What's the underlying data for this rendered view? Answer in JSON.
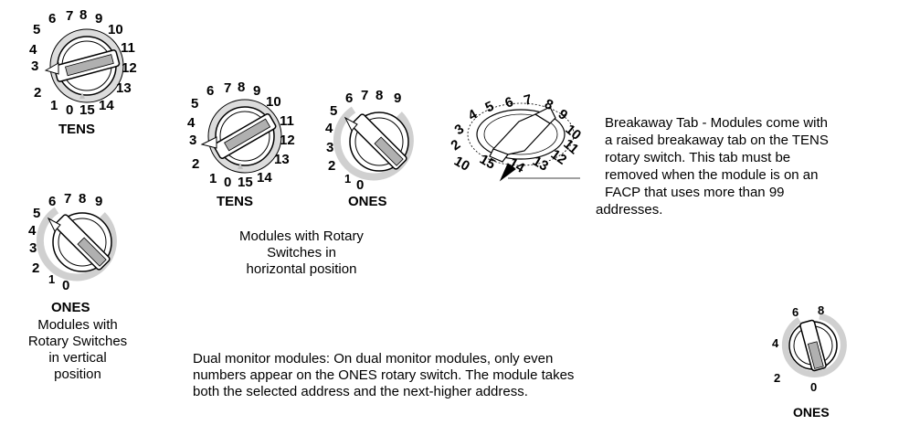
{
  "dials": {
    "tens_vertical": {
      "label": "TENS",
      "numbers": [
        "0",
        "1",
        "2",
        "3",
        "4",
        "5",
        "6",
        "7",
        "8",
        "9",
        "10",
        "11",
        "12",
        "13",
        "14",
        "15"
      ]
    },
    "ones_vertical": {
      "label": "ONES",
      "numbers": [
        "0",
        "1",
        "2",
        "3",
        "4",
        "5",
        "6",
        "7",
        "8",
        "9"
      ]
    },
    "tens_horizontal": {
      "label": "TENS",
      "numbers": [
        "0",
        "1",
        "2",
        "3",
        "4",
        "5",
        "6",
        "7",
        "8",
        "9",
        "10",
        "11",
        "12",
        "13",
        "14",
        "15"
      ]
    },
    "ones_horizontal": {
      "label": "ONES",
      "numbers": [
        "0",
        "1",
        "2",
        "3",
        "4",
        "5",
        "6",
        "7",
        "8",
        "9"
      ]
    },
    "tilted": {
      "numbers": [
        "2",
        "3",
        "4",
        "5",
        "6",
        "7",
        "8",
        "9",
        "10",
        "11",
        "12",
        "13",
        "14",
        "15",
        "10"
      ]
    },
    "dual_ones": {
      "label": "ONES",
      "numbers": [
        "0",
        "2",
        "4",
        "6",
        "8"
      ]
    }
  },
  "captions": {
    "vertical": [
      "Modules with",
      "Rotary Switches",
      "in vertical",
      "position"
    ],
    "horizontal": [
      "Modules with Rotary",
      "Switches in",
      "horizontal position"
    ],
    "breakaway": [
      "Breakaway Tab - Modules come with",
      "a raised breakaway tab on the TENS",
      "rotary switch. This tab must be",
      "removed when the module is on an",
      "FACP that uses more than 99",
      "addresses."
    ],
    "dual": [
      "Dual monitor modules: On dual monitor modules, only even",
      "numbers appear on the ONES rotary switch. The module takes",
      "both the selected address and the next-higher address."
    ]
  },
  "colors": {
    "knob_gray": "#c8c8c8",
    "ring_gray": "#d8d8d8",
    "outline": "#000000"
  }
}
